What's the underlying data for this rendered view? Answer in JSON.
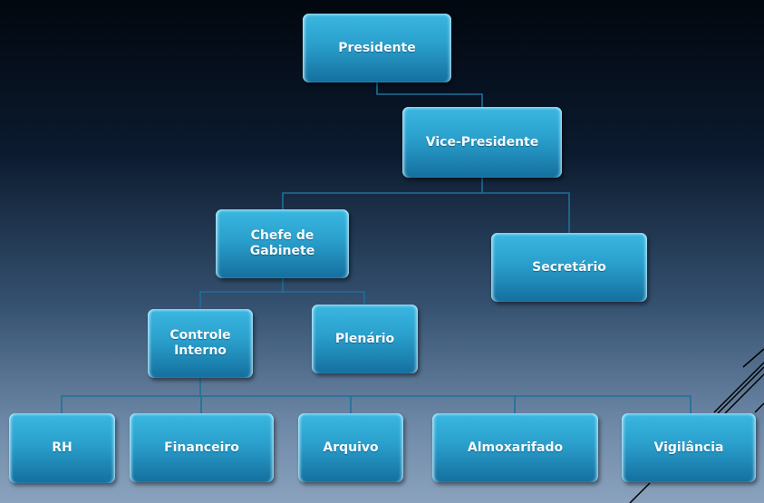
{
  "org_chart": {
    "president": "Presidente",
    "vice_president": "Vice-Presidente",
    "chief_of_staff": "Chefe de Gabinete",
    "secretary": "Secretário",
    "internal_control": "Controle Interno",
    "plenary": "Plenário",
    "departments": [
      "RH",
      "Financeiro",
      "Arquivo",
      "Almoxarifado",
      "Vigilância"
    ]
  },
  "colors": {
    "box": "#2a9fcc",
    "connector": "#1f6f9a"
  }
}
